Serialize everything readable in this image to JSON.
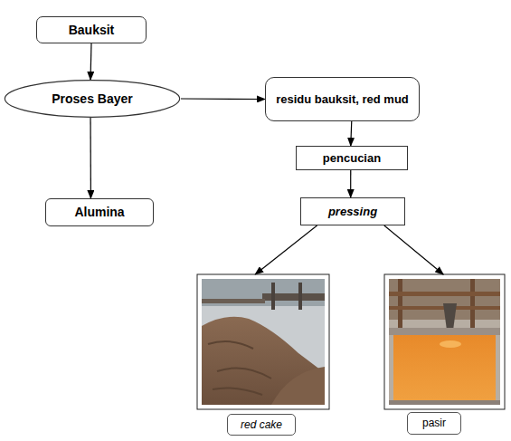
{
  "diagram": {
    "nodes": [
      {
        "text": [
          "Bauksit"
        ]
      },
      {
        "text": [
          "Proses Bayer"
        ]
      },
      {
        "text": [
          "residu bauksit, red mud"
        ]
      },
      {
        "text": [
          "Alumina"
        ]
      },
      {
        "text": [
          "pencucian"
        ]
      },
      {
        "text": [
          "pressing"
        ]
      },
      {
        "text": [
          "red cake"
        ]
      },
      {
        "text": [
          "pasir"
        ]
      }
    ],
    "edges": [
      {
        "from": 0,
        "to": 1,
        "arrow": "to"
      },
      {
        "from": 1,
        "to": 3,
        "arrow": "to"
      },
      {
        "from": 1,
        "to": 2,
        "arrow": "to"
      },
      {
        "from": 2,
        "to": 4,
        "arrow": "to"
      },
      {
        "from": 4,
        "to": 5,
        "arrow": "to"
      },
      {
        "from": 5,
        "to": 6,
        "arrow": "to"
      },
      {
        "from": 5,
        "to": 7,
        "arrow": "to"
      }
    ]
  }
}
